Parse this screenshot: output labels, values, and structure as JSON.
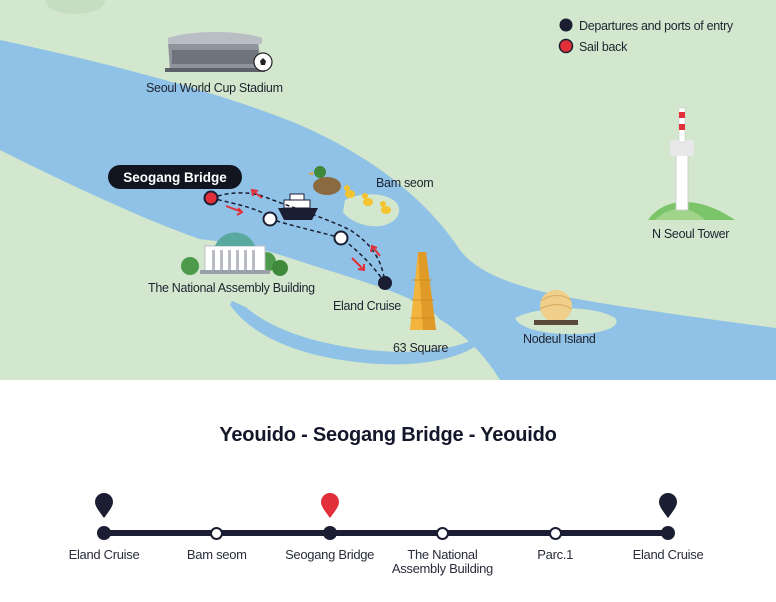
{
  "legend": {
    "departure_label": "Departures and ports of entry",
    "departure_color": "#1b1e33",
    "sailback_label": "Sail back",
    "sailback_color": "#e2303a"
  },
  "map": {
    "landmarks": {
      "stadium": "Seoul World Cup Stadium",
      "bamseom": "Bam seom",
      "tower": "N Seoul Tower",
      "assembly": "The National Assembly Building",
      "eland": "Eland Cruise",
      "square63": "63 Square",
      "nodeul": "Nodeul Island"
    },
    "highlight_label": "Seogang Bridge",
    "colors": {
      "land": "#d2e7cd",
      "water": "#8fc2e6",
      "route": "#1b1e33",
      "arrow": "#e2303a"
    }
  },
  "route": {
    "title": "Yeouido - Seogang Bridge - Yeouido",
    "stops": [
      {
        "name": "Eland Cruise",
        "type": "departure"
      },
      {
        "name": "Bam seom",
        "type": "waypoint"
      },
      {
        "name": "Seogang Bridge",
        "type": "sailback"
      },
      {
        "name": "The National\nAssembly Building",
        "type": "waypoint"
      },
      {
        "name": "Parc.1",
        "type": "waypoint"
      },
      {
        "name": "Eland Cruise",
        "type": "departure"
      }
    ]
  }
}
